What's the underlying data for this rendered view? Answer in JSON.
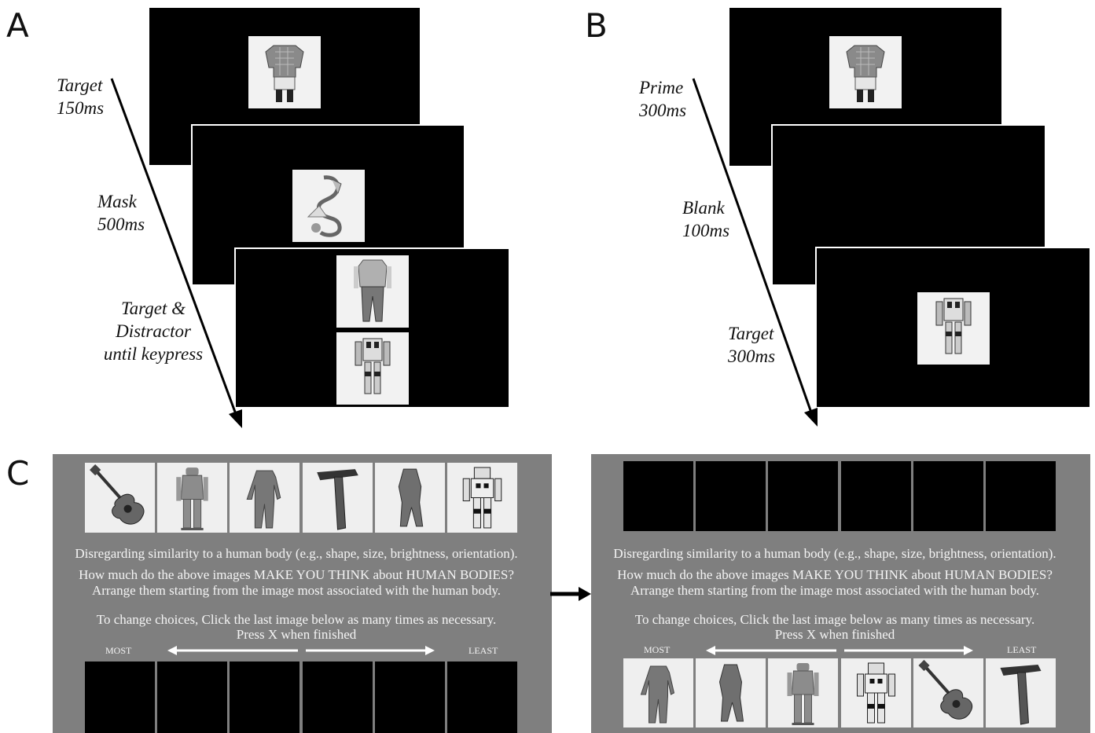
{
  "panels": {
    "a": {
      "letter": "A",
      "timeline": [
        {
          "line1": "Target",
          "line2": "150ms"
        },
        {
          "line1": "Mask",
          "line2": "500ms"
        },
        {
          "line1": "Target &",
          "line2": "Distractor",
          "line3": "until keypress"
        }
      ]
    },
    "b": {
      "letter": "B",
      "timeline": [
        {
          "line1": "Prime",
          "line2": "300ms"
        },
        {
          "line1": "Blank",
          "line2": "100ms"
        },
        {
          "line1": "Target",
          "line2": "300ms"
        }
      ]
    },
    "c": {
      "letter": "C",
      "instructions": {
        "line1": "Disregarding similarity to a human body (e.g., shape, size, brightness, orientation).",
        "line2": "How much do the above images MAKE YOU THINK about HUMAN BODIES?",
        "line3": "Arrange them starting from the image most associated with the human body.",
        "line4": "To change choices, Click the last image below as many times as necessary.",
        "line5": "Press X when finished"
      },
      "scale": {
        "most": "MOST",
        "least": "LEAST"
      },
      "left_top_images": [
        "guitar-icon",
        "mannequin-icon",
        "bodysuit-icon",
        "hammer-icon",
        "wetsuit-icon",
        "robot-icon"
      ],
      "right_bottom_images": [
        "bodysuit-icon",
        "wetsuit-icon",
        "mannequin-icon",
        "robot-icon",
        "guitar-icon",
        "hammer-icon"
      ]
    }
  }
}
